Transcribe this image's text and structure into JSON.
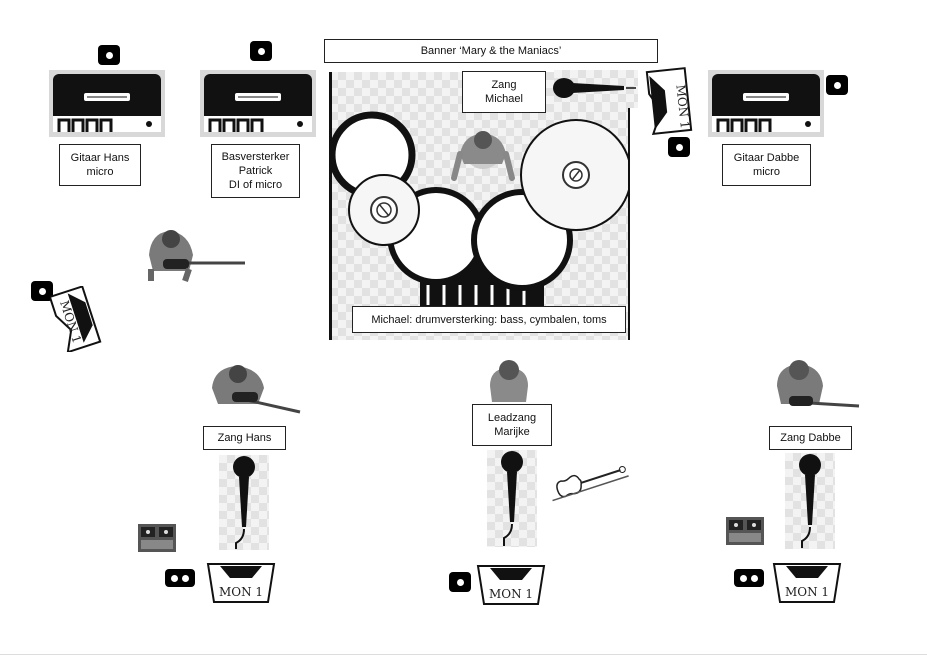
{
  "banner": "Banner ‘Mary & the Maniacs’",
  "amps": {
    "guitar_hans": [
      "Gitaar Hans",
      "micro"
    ],
    "bass_patrick": [
      "Basversterker",
      "Patrick",
      "DI of micro"
    ],
    "guitar_dabbe": [
      "Gitaar Dabbe",
      "micro"
    ]
  },
  "drums": {
    "vocal_label": [
      "Zang",
      "Michael"
    ],
    "label": "Michael: drumversterking: bass, cymbalen, toms"
  },
  "vocals": {
    "hans": "Zang Hans",
    "marijke": [
      "Leadzang",
      "Marijke"
    ],
    "dabbe": "Zang Dabbe"
  },
  "monitor_text": "MON 1",
  "icons": {
    "outlet": "power-outlet-icon",
    "amp": "guitar-amp-icon",
    "monitor": "wedge-monitor-icon",
    "mic": "microphone-icon",
    "musician": "musician-topview-icon",
    "violin": "violin-icon",
    "pedalboard": "effects-pedal-icon",
    "drumkit": "drum-kit-icon"
  }
}
